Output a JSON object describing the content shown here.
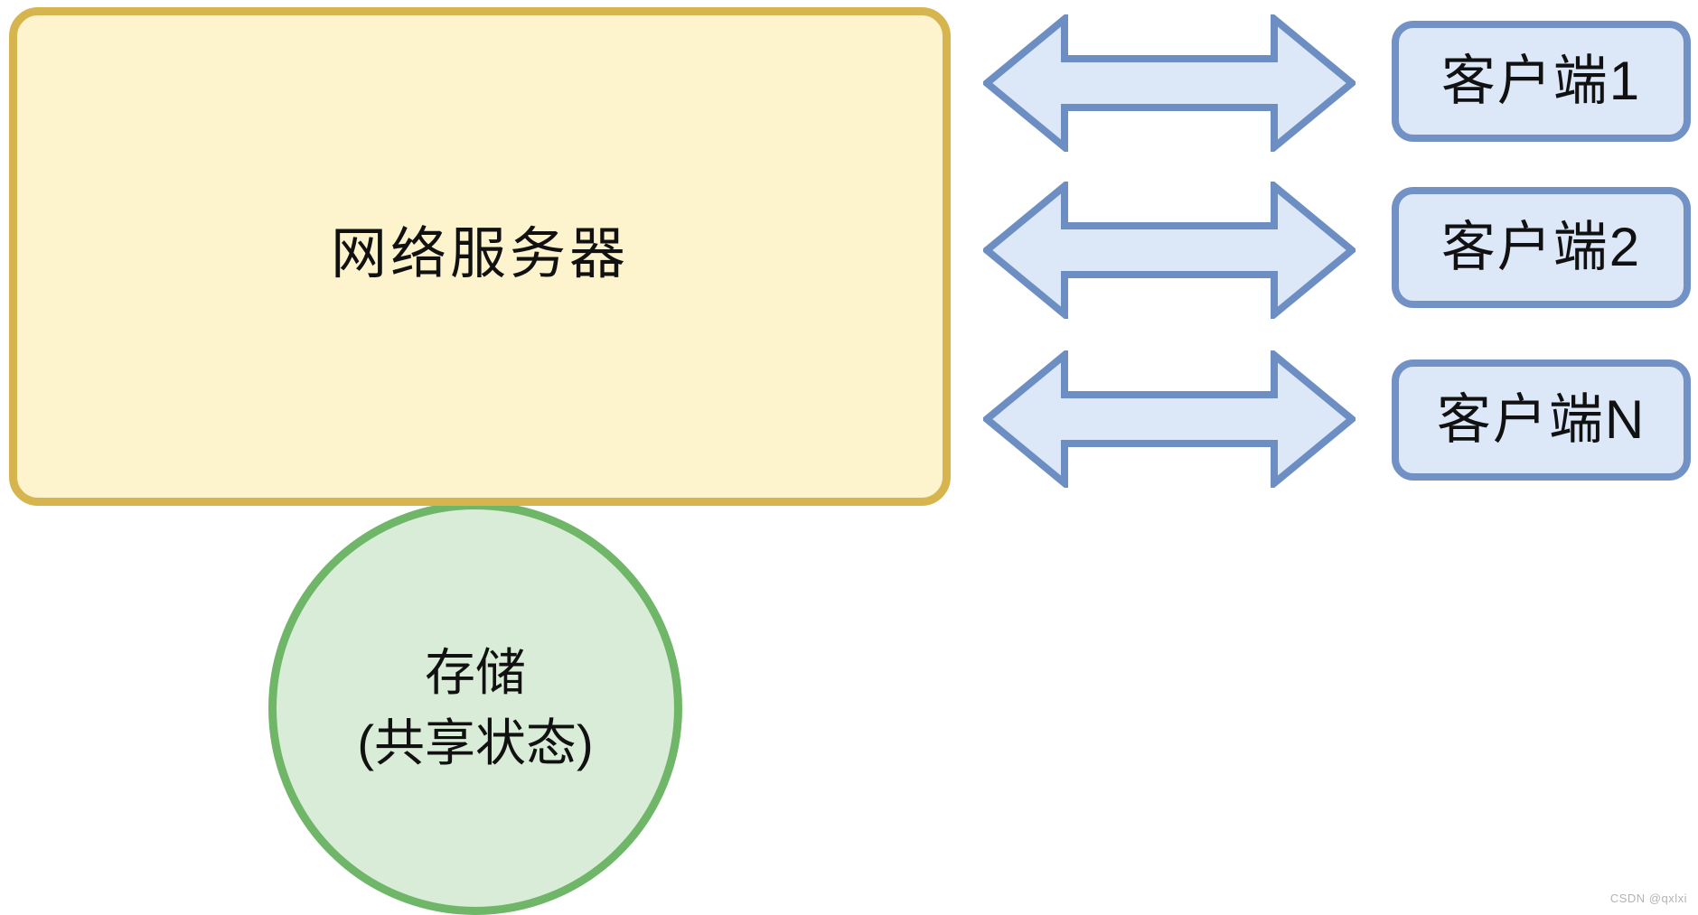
{
  "diagram": {
    "type": "architecture-diagram",
    "server": {
      "label": "网络服务器"
    },
    "clients": [
      {
        "label": "客户端1"
      },
      {
        "label": "客户端2"
      },
      {
        "label": "客户端N"
      }
    ],
    "storage": {
      "line1": "存储",
      "line2": "(共享状态)"
    },
    "connections": [
      {
        "from": "网络服务器",
        "to": "客户端1",
        "type": "bidirectional-arrow"
      },
      {
        "from": "网络服务器",
        "to": "客户端2",
        "type": "bidirectional-arrow"
      },
      {
        "from": "网络服务器",
        "to": "客户端N",
        "type": "bidirectional-arrow"
      }
    ],
    "watermark": "CSDN @qxlxi"
  },
  "colors": {
    "background": "#ffffff",
    "server_fill": "#fdf3cc",
    "server_border": "#d7b54e",
    "client_fill": "#dce7f8",
    "client_border": "#7291c5",
    "arrow_fill": "#dce7f8",
    "arrow_border": "#6d8ec3",
    "storage_fill": "#d9ecd7",
    "storage_border": "#6fb669",
    "text": "#111111",
    "watermark": "#b3b3b7"
  }
}
